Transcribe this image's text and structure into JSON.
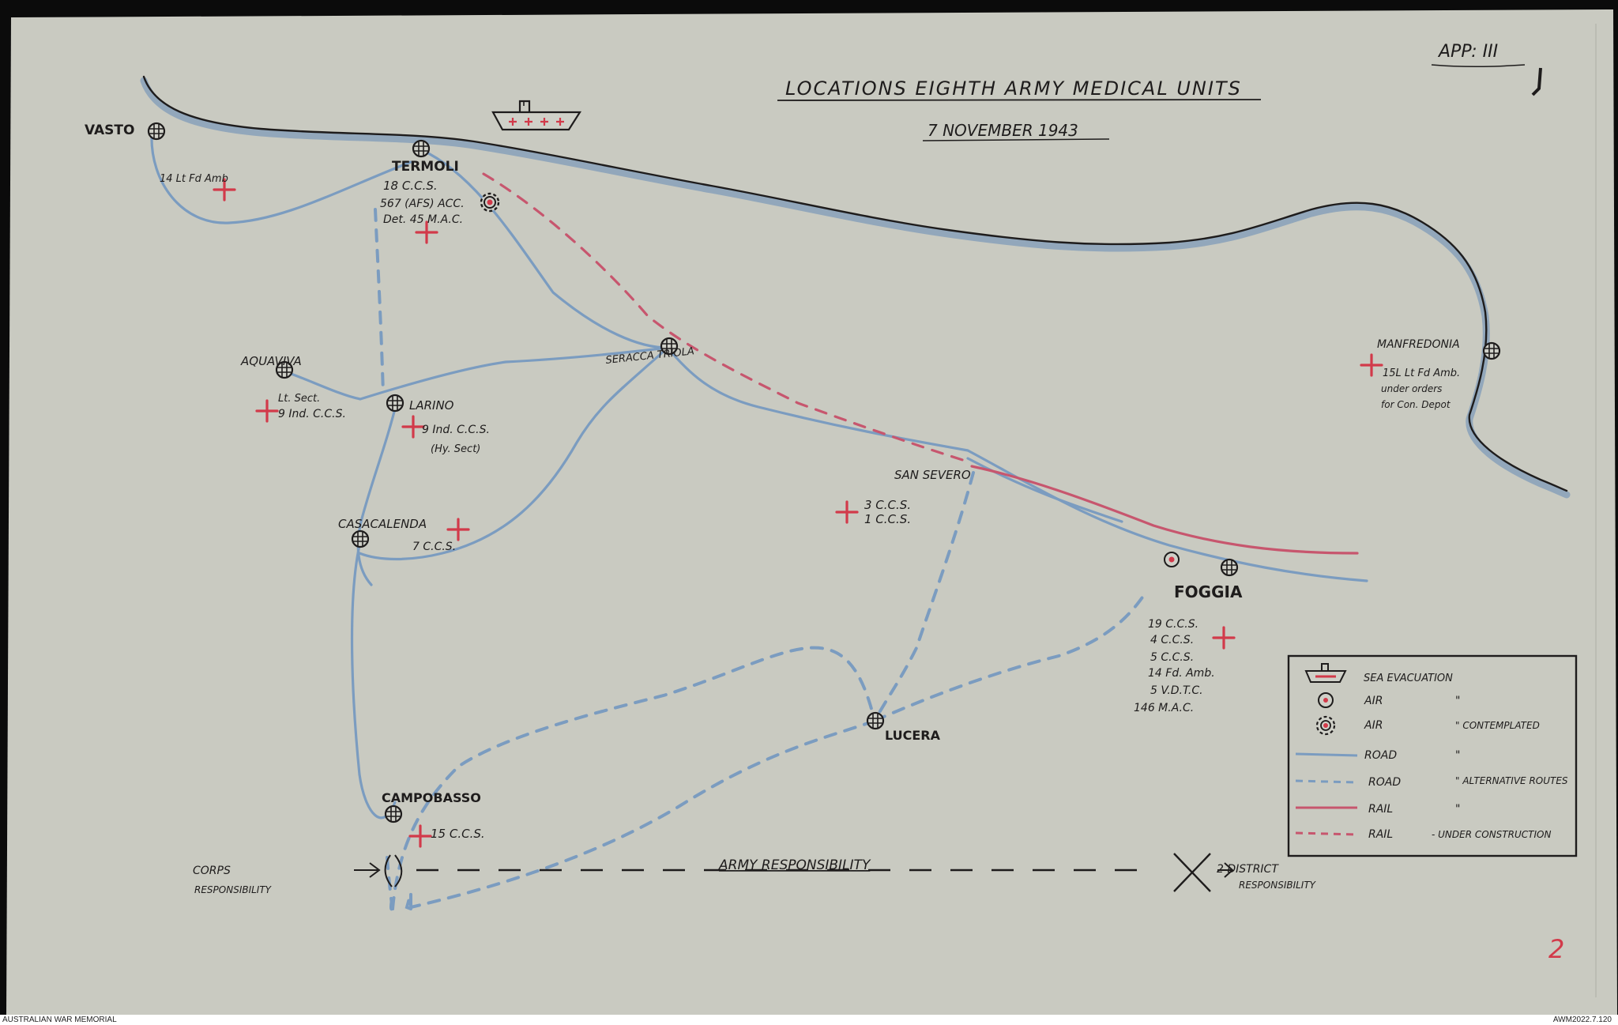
{
  "map": {
    "appendix": "APP: III",
    "title": "LOCATIONS EIGHTH ARMY MEDICAL UNITS",
    "date": "7 NOVEMBER 1943",
    "page_mark": "2",
    "places": {
      "vasto": "VASTO",
      "termoli": "TERMOLI",
      "aquaviva": "AQUAVIVA",
      "larino": "LARINO",
      "serracapriola": "SERACCA TRIOLA",
      "casacalenda": "CASACALENDA",
      "campobasso": "CAMPOBASSO",
      "san_severo": "SAN SEVERO",
      "lucera": "LUCERA",
      "foggia": "FOGGIA",
      "manfredonia": "MANFREDONIA"
    },
    "units": {
      "vasto": [
        "14 Lt Fd Amb"
      ],
      "termoli": [
        "18 C.C.S.",
        "567 (AFS) ACC.",
        "Det. 45 M.A.C."
      ],
      "aquaviva": [
        "Lt. Sect.",
        "9 Ind. C.C.S."
      ],
      "larino": [
        "9 Ind. C.C.S.",
        "(Hy. Sect)"
      ],
      "casacalenda": [
        "7 C.C.S."
      ],
      "campobasso": [
        "15 C.C.S."
      ],
      "san_severo": [
        "3 C.C.S.",
        "1 C.C.S."
      ],
      "foggia": [
        "19 C.C.S.",
        "4 C.C.S.",
        "5 C.C.S.",
        "14 Fd. Amb.",
        "5 V.D.T.C.",
        "146 M.A.C."
      ],
      "manfredonia": [
        "15L Lt Fd Amb.",
        "under orders",
        "for Con. Depot"
      ]
    },
    "boundary": {
      "corps": "CORPS",
      "corps_resp": "RESPONSIBILITY",
      "army": "ARMY RESPONSIBILITY",
      "district": "2 DISTRICT",
      "district_resp": "RESPONSIBILITY"
    }
  },
  "legend": {
    "sea": "SEA EVACUATION",
    "air": "AIR",
    "air_ditto": "\"",
    "air2": "AIR",
    "air2_note": "\" CONTEMPLATED",
    "road": "ROAD",
    "road_ditto": "\"",
    "road_alt": "ROAD",
    "road_alt_note": "\" ALTERNATIVE ROUTES",
    "rail": "RAIL",
    "rail_ditto": "\"",
    "rail_uc": "RAIL",
    "rail_uc_note": "- UNDER CONSTRUCTION"
  },
  "colors": {
    "paper": "#c9cac1",
    "ink": "#1e1c1c",
    "coast": "#7f9bb8",
    "road": "#7b9cc0",
    "rail": "#c7566e",
    "cross": "#d23a4a"
  },
  "footer": {
    "left": "AUSTRALIAN WAR MEMORIAL",
    "right": "AWM2022.7.120"
  }
}
